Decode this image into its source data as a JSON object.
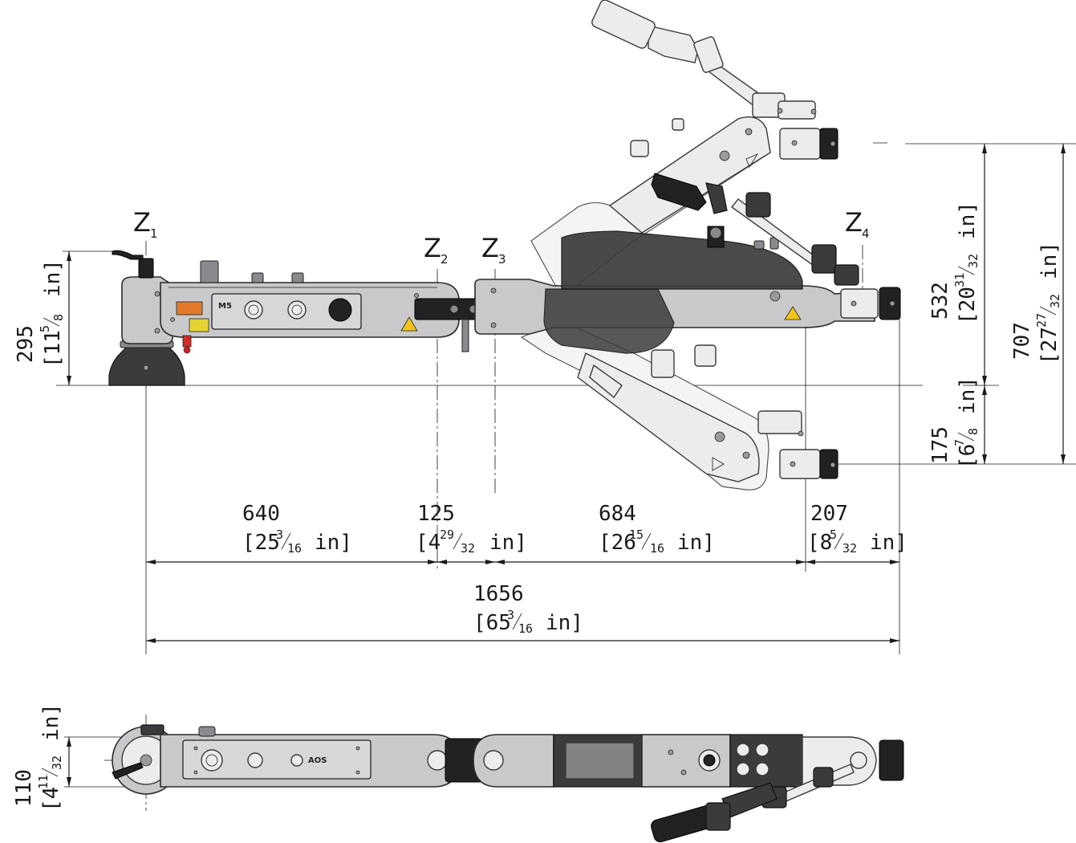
{
  "zones": [
    {
      "label": "Z",
      "sub": "1"
    },
    {
      "label": "Z",
      "sub": "2"
    },
    {
      "label": "Z",
      "sub": "3"
    },
    {
      "label": "Z",
      "sub": "4"
    }
  ],
  "dimensions": {
    "d640": {
      "value": "640",
      "whole": "[25",
      "num": "3",
      "den": "16",
      "unit": "in]"
    },
    "d125": {
      "value": "125",
      "whole": "[4",
      "num": "29",
      "den": "32",
      "unit": "in]"
    },
    "d684": {
      "value": "684",
      "whole": "[26",
      "num": "15",
      "den": "16",
      "unit": "in]"
    },
    "d207": {
      "value": "207",
      "whole": "[8",
      "num": "5",
      "den": "32",
      "unit": "in]"
    },
    "d1656": {
      "value": "1656",
      "whole": "[65",
      "num": "3",
      "den": "16",
      "unit": "in]"
    },
    "d295": {
      "value": "295",
      "whole": "[11",
      "num": "5",
      "den": "8",
      "unit": "in]"
    },
    "d532": {
      "value": "532",
      "whole": "[20",
      "num": "31",
      "den": "32",
      "unit": "in]"
    },
    "d707": {
      "value": "707",
      "whole": "[27",
      "num": "27",
      "den": "32",
      "unit": "in]"
    },
    "d175": {
      "value": "175",
      "whole": "[6",
      "num": "7",
      "den": "8",
      "unit": "in]"
    },
    "d110": {
      "value": "110",
      "whole": "[4",
      "num": "11",
      "den": "32",
      "unit": "in]"
    }
  },
  "device_labels": {
    "model": "M5",
    "side_mark": "AOS"
  }
}
